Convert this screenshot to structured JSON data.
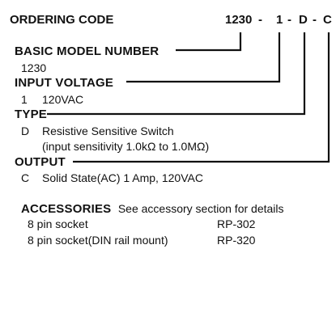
{
  "ordering_code": {
    "title": "ORDERING CODE",
    "model": "1230",
    "sep1": "-",
    "voltage": "1",
    "sep2": "-",
    "type": "D",
    "sep3": "-",
    "output": "C"
  },
  "sections": {
    "basic_model": {
      "title": "BASIC MODEL NUMBER",
      "value": "1230"
    },
    "input_voltage": {
      "title": "INPUT VOLTAGE",
      "code": "1",
      "desc": "120VAC"
    },
    "type": {
      "title": "TYPE",
      "code": "D",
      "desc": "Resistive Sensitive Switch",
      "note": "(input sensitivity 1.0kΩ to 1.0MΩ)"
    },
    "output": {
      "title": "OUTPUT",
      "code": "C",
      "desc": "Solid State(AC) 1 Amp, 120VAC"
    }
  },
  "accessories": {
    "title": "ACCESSORIES",
    "note": "See accessory section for details",
    "items": [
      {
        "name": "8 pin socket",
        "part": "RP-302"
      },
      {
        "name": "8 pin socket(DIN rail mount)",
        "part": "RP-320"
      }
    ]
  },
  "colors": {
    "text": "#111111",
    "background": "#ffffff"
  }
}
